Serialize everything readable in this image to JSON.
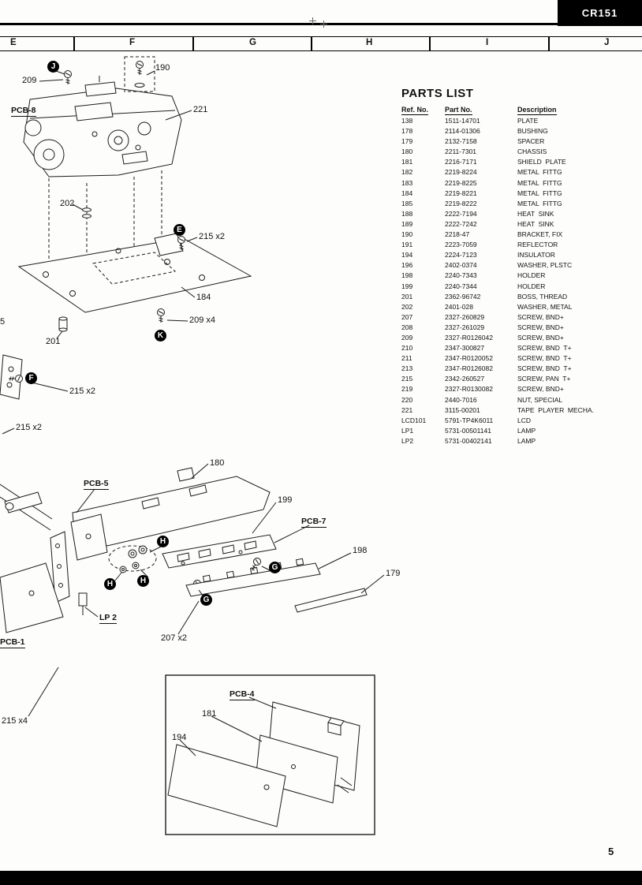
{
  "page": {
    "model": "CR151",
    "page_number": "5"
  },
  "grid": {
    "letters": [
      "E",
      "F",
      "G",
      "H",
      "I",
      "J"
    ]
  },
  "parts_list": {
    "title": "PARTS LIST",
    "columns": [
      "Ref. No.",
      "Part No.",
      "Description"
    ],
    "rows": [
      [
        "138",
        "1511-14701",
        "PLATE"
      ],
      [
        "178",
        "2114-01306",
        "BUSHING"
      ],
      [
        "179",
        "2132-7158",
        "SPACER"
      ],
      [
        "180",
        "2211-7301",
        "CHASSIS"
      ],
      [
        "181",
        "2216-7171",
        "SHIELD  PLATE"
      ],
      [
        "182",
        "2219-8224",
        "METAL  FITTG"
      ],
      [
        "183",
        "2219-8225",
        "METAL  FITTG"
      ],
      [
        "184",
        "2219-8221",
        "METAL  FITTG"
      ],
      [
        "185",
        "2219-8222",
        "METAL  FITTG"
      ],
      [
        "188",
        "2222-7194",
        "HEAT  SINK"
      ],
      [
        "189",
        "2222-7242",
        "HEAT  SINK"
      ],
      [
        "190",
        "2218-47",
        "BRACKET, FIX"
      ],
      [
        "191",
        "2223-7059",
        "REFLECTOR"
      ],
      [
        "194",
        "2224-7123",
        "INSULATOR"
      ],
      [
        "196",
        "2402-0374",
        "WASHER, PLSTC"
      ],
      [
        "198",
        "2240-7343",
        "HOLDER"
      ],
      [
        "199",
        "2240-7344",
        "HOLDER"
      ],
      [
        "201",
        "2362-96742",
        "BOSS, THREAD"
      ],
      [
        "202",
        "2401-028",
        "WASHER, METAL"
      ],
      [
        "207",
        "2327-260829",
        "SCREW, BND+"
      ],
      [
        "208",
        "2327-261029",
        "SCREW, BND+"
      ],
      [
        "209",
        "2327-R0126042",
        "SCREW, BND+"
      ],
      [
        "210",
        "2347-300827",
        "SCREW, BND  T+"
      ],
      [
        "211",
        "2347-R0120052",
        "SCREW, BND  T+"
      ],
      [
        "213",
        "2347-R0126082",
        "SCREW, BND  T+"
      ],
      [
        "215",
        "2342-260527",
        "SCREW, PAN  T+"
      ],
      [
        "219",
        "2327-R0130082",
        "SCREW, BND+"
      ],
      [
        "220",
        "2440-7016",
        "NUT, SPECIAL"
      ],
      [
        "221",
        "3115-00201",
        "TAPE  PLAYER  MECHA."
      ],
      [
        "LCD101",
        "5791-TP4K6011",
        "LCD"
      ],
      [
        "LP1",
        "5731-00501141",
        "LAMP"
      ],
      [
        "LP2",
        "5731-00402141",
        "LAMP"
      ]
    ]
  },
  "callouts": {
    "n209": "209",
    "n190": "190",
    "pcb8": "PCB-8",
    "n221": "221",
    "n202": "202",
    "n215x2": "215 x2",
    "n184": "184",
    "n209x4": "209 x4",
    "n201": "201",
    "edge5": "5",
    "n180": "180",
    "pcb5": "PCB-5",
    "n199": "199",
    "pcb7": "PCB-7",
    "n198": "198",
    "n179": "179",
    "lp2": "LP 2",
    "pcb1": "PCB-1",
    "n207x2": "207 x2",
    "n215x4": "215 x4",
    "pcb4": "PCB-4",
    "n181": "181",
    "n194": "194"
  },
  "circled": {
    "J": "J",
    "E": "E",
    "K": "K",
    "F": "F",
    "H": "H",
    "G": "G"
  }
}
